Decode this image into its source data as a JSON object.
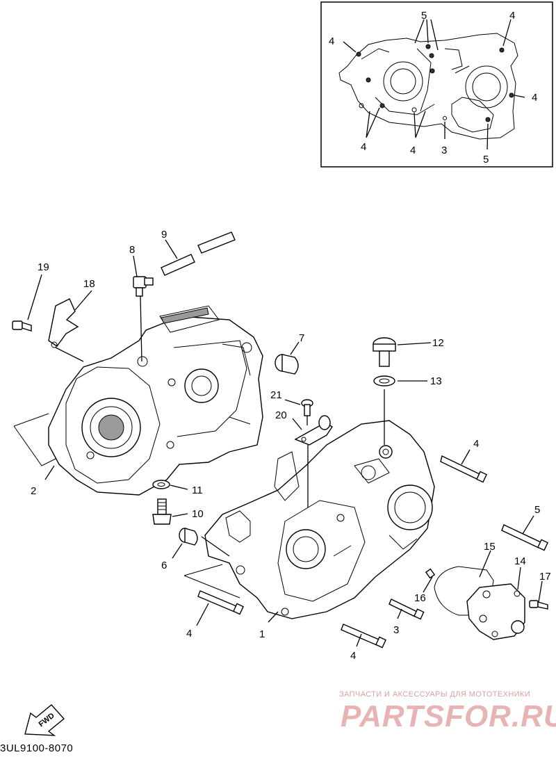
{
  "diagram": {
    "code": "3UL9100-8070",
    "fwd_label": "FWD",
    "inset_callouts": [
      "4",
      "5",
      "4",
      "4",
      "4",
      "4",
      "3",
      "5"
    ],
    "callouts": [
      "1",
      "2",
      "3",
      "4",
      "4",
      "4",
      "4",
      "5",
      "6",
      "7",
      "8",
      "9",
      "10",
      "11",
      "12",
      "13",
      "14",
      "15",
      "16",
      "17",
      "18",
      "19",
      "20",
      "21"
    ]
  },
  "watermark": {
    "line1": "ЗАПЧАСТИ И АКСЕССУАРЫ ДЛЯ МОТОТЕХНИКИ",
    "line2": "PARTSFOR.RU"
  }
}
